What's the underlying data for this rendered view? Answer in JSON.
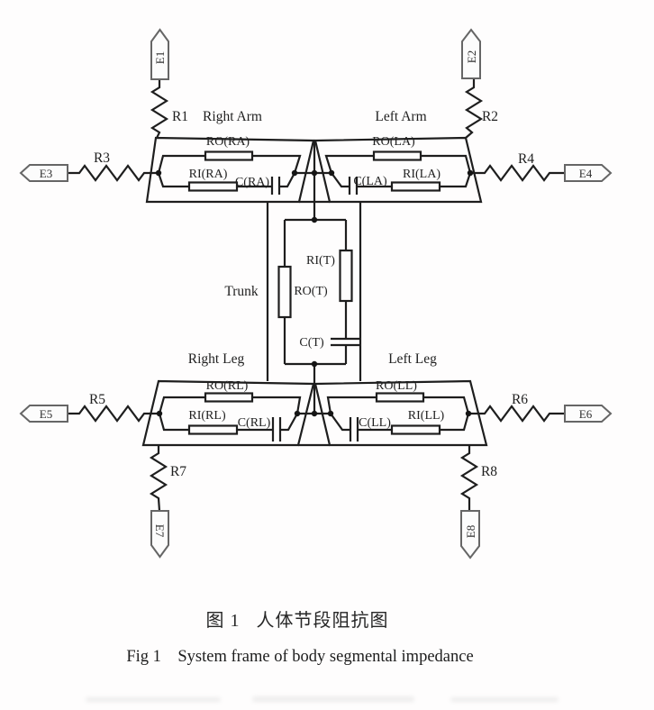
{
  "electrodes": {
    "e1": "E1",
    "e2": "E2",
    "e3": "E3",
    "e4": "E4",
    "e5": "E5",
    "e6": "E6",
    "e7": "E7",
    "e8": "E8"
  },
  "resistors": {
    "r1": "R1",
    "r2": "R2",
    "r3": "R3",
    "r4": "R4",
    "r5": "R5",
    "r6": "R6",
    "r7": "R7",
    "r8": "R8"
  },
  "segments": {
    "right_arm": {
      "name": "Right Arm",
      "ro": "RO(RA)",
      "ri": "RI(RA)",
      "c": "C(RA)"
    },
    "left_arm": {
      "name": "Left Arm",
      "ro": "RO(LA)",
      "ri": "RI(LA)",
      "c": "C(LA)"
    },
    "trunk": {
      "name": "Trunk",
      "ri": "RI(T)",
      "ro": "RO(T)",
      "c": "C(T)"
    },
    "right_leg": {
      "name": "Right Leg",
      "ro": "RO(RL)",
      "ri": "RI(RL)",
      "c": "C(RL)"
    },
    "left_leg": {
      "name": "Left Leg",
      "ro": "RO(LL)",
      "ri": "RI(LL)",
      "c": "C(LL)"
    }
  },
  "caption": {
    "zh": "图 1   人体节段阻抗图",
    "en": "Fig 1    System frame of body segmental impedance"
  },
  "colors": {
    "line": "#1e1e1e",
    "electrode_border": "#666666",
    "background": "#fefdfd"
  }
}
